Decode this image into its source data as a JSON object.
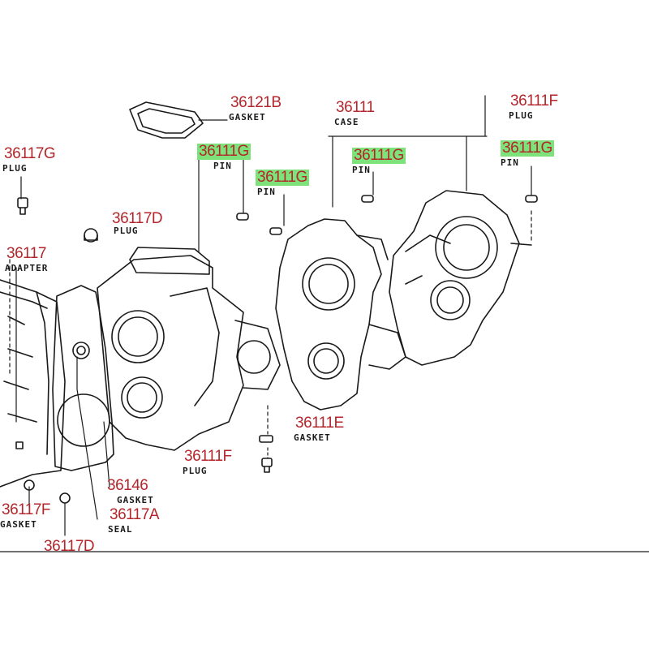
{
  "colors": {
    "part_number": "#b3262b",
    "highlight": "#7ee27a",
    "linework": "#1a1a1a"
  },
  "callouts": [
    {
      "id": "c36121b",
      "number": "36121B",
      "label": "GASKET",
      "highlighted": false
    },
    {
      "id": "c36111",
      "number": "36111",
      "label": "CASE",
      "highlighted": false
    },
    {
      "id": "c36111f_top",
      "number": "36111F",
      "label": "PLUG",
      "highlighted": false
    },
    {
      "id": "c36117g",
      "number": "36117G",
      "label": "PLUG",
      "highlighted": false
    },
    {
      "id": "c36111g_1",
      "number": "36111G",
      "label": "PIN",
      "highlighted": true
    },
    {
      "id": "c36111g_2",
      "number": "36111G",
      "label": "PIN",
      "highlighted": true
    },
    {
      "id": "c36111g_3",
      "number": "36111G",
      "label": "PIN",
      "highlighted": true
    },
    {
      "id": "c36111g_4",
      "number": "36111G",
      "label": "PIN",
      "highlighted": true
    },
    {
      "id": "c36117d_top",
      "number": "36117D",
      "label": "PLUG",
      "highlighted": false
    },
    {
      "id": "c36117",
      "number": "36117",
      "label": "ADAPTER",
      "highlighted": false
    },
    {
      "id": "c36111e",
      "number": "36111E",
      "label": "GASKET",
      "highlighted": false
    },
    {
      "id": "c36111f_bot",
      "number": "36111F",
      "label": "PLUG",
      "highlighted": false
    },
    {
      "id": "c36146",
      "number": "36146",
      "label": "GASKET",
      "highlighted": false
    },
    {
      "id": "c36117a",
      "number": "36117A",
      "label": "SEAL",
      "highlighted": false
    },
    {
      "id": "c36117f",
      "number": "36117F",
      "label": "GASKET",
      "highlighted": false
    },
    {
      "id": "c36117d_bot",
      "number": "36117D",
      "label": "",
      "highlighted": false
    }
  ]
}
